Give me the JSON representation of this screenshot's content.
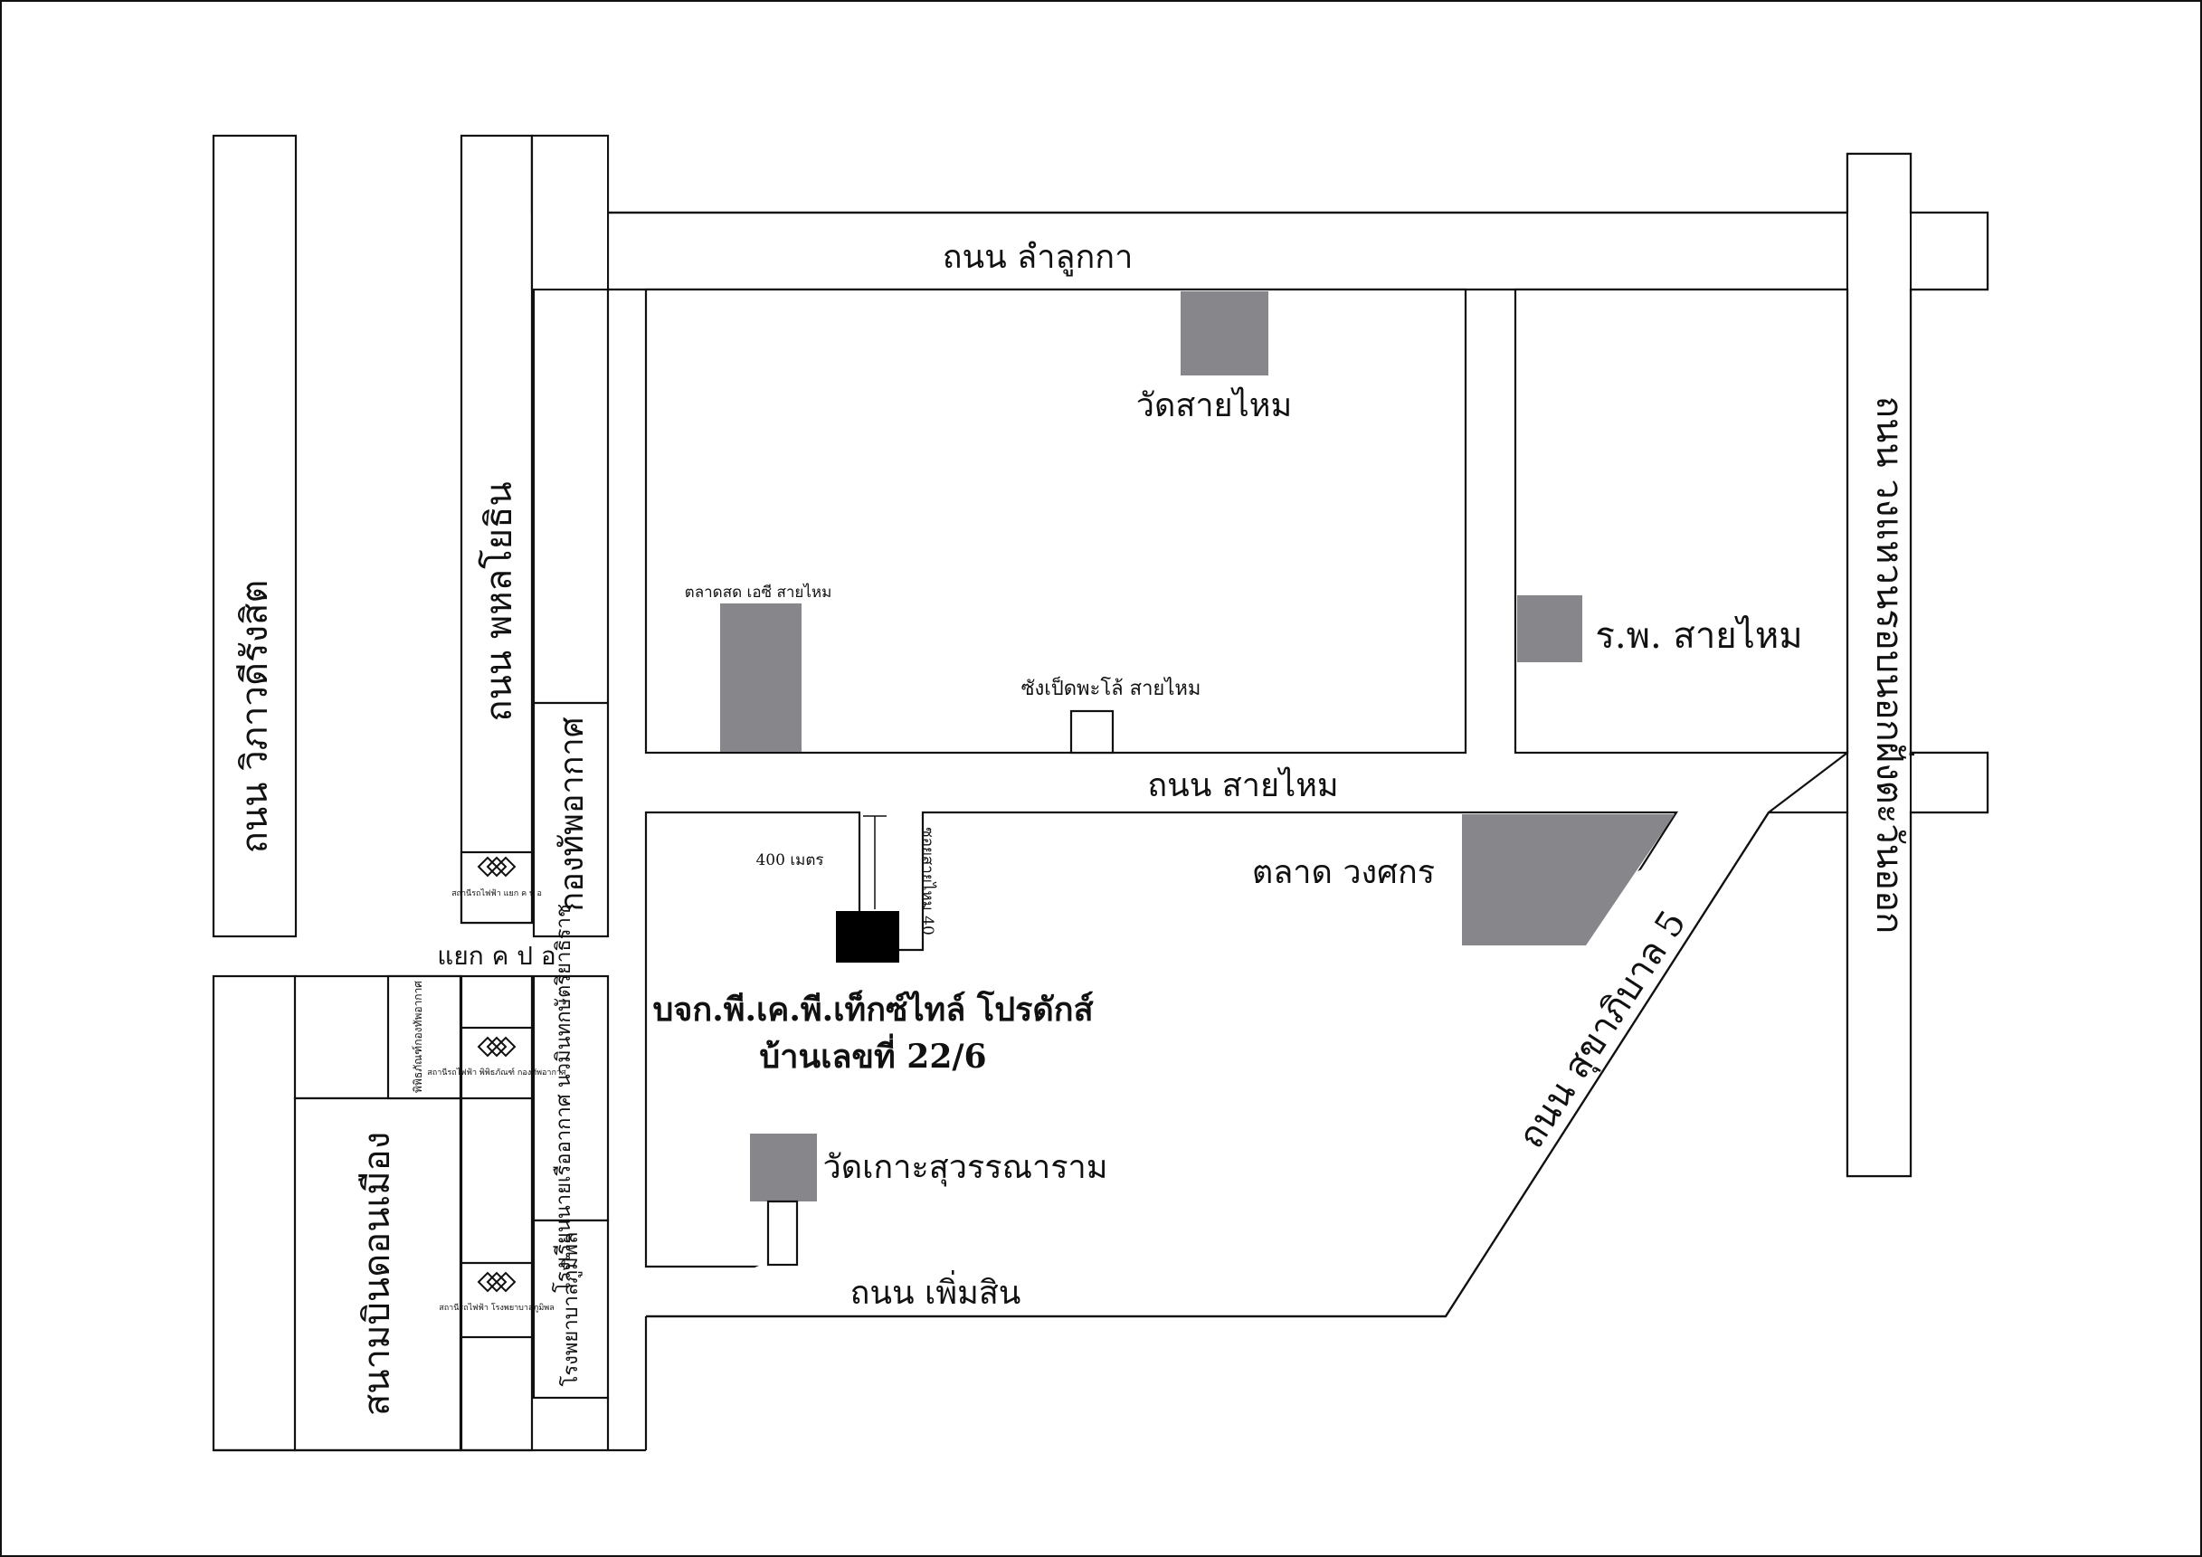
{
  "roads": {
    "vibhavadi": "ถนน วิภาวดีรังสิต",
    "phahonyothin": "ถนน พหลโยธิน",
    "lam_luk_ka": "ถนน ลำลูกกา",
    "sai_mai": "ถนน สายไหม",
    "phoem_sin": "ถนน เพิ่มสิน",
    "sukhaphiban_5": "ถนน สุขาภิบาล 5",
    "wongwaen": "ถนน วงแหวนรอบนอกฝั่งตะวันออก",
    "soi_sai_mai_40": "ซอยสายไหม 40",
    "distance": "400 เมตร"
  },
  "places": {
    "wat_sai_mai": "วัดสายไหม",
    "market_ac": "ตลาดสด เอซี สายไหม",
    "duck_shop": "ซังเป็ดพะโล้ สายไหม",
    "hospital": "ร.พ. สายไหม",
    "wongsakorn_market": "ตลาด วงศกร",
    "wat_ko": "วัดเกาะสุวรรณาราม",
    "air_force": "กองทัพอากาศ",
    "don_mueang_airport": "สนามบินดอนเมือง",
    "navy_school": "โรงเรียนนายเรืออากาศ นวมินทกษัตริยาธิราช",
    "bhumibol_hospital": "โรงพยาบาลภูมิพล",
    "air_force_museum": "พิพิธภัณฑ์กองทัพอากาศ",
    "intersection": "แยก ค ป อ"
  },
  "stations": {
    "icon": "train-station-icon",
    "station_1": "สถานีรถไฟฟ้า แยก ค ป อ",
    "station_2": "สถานีรถไฟฟ้า พิพิธภัณฑ์ กองทัพอากาศ",
    "station_3": "สถานีรถไฟฟ้า โรงพยาบาลภูมิพล"
  },
  "company": {
    "name": "บจก.พี.เค.พี.เท็กซ์ไทล์ โปรดักส์",
    "address": "บ้านเลขที่ 22/6"
  },
  "colors": {
    "landmark": "#87878b",
    "company_building": "#000000",
    "lines": "#111111"
  }
}
